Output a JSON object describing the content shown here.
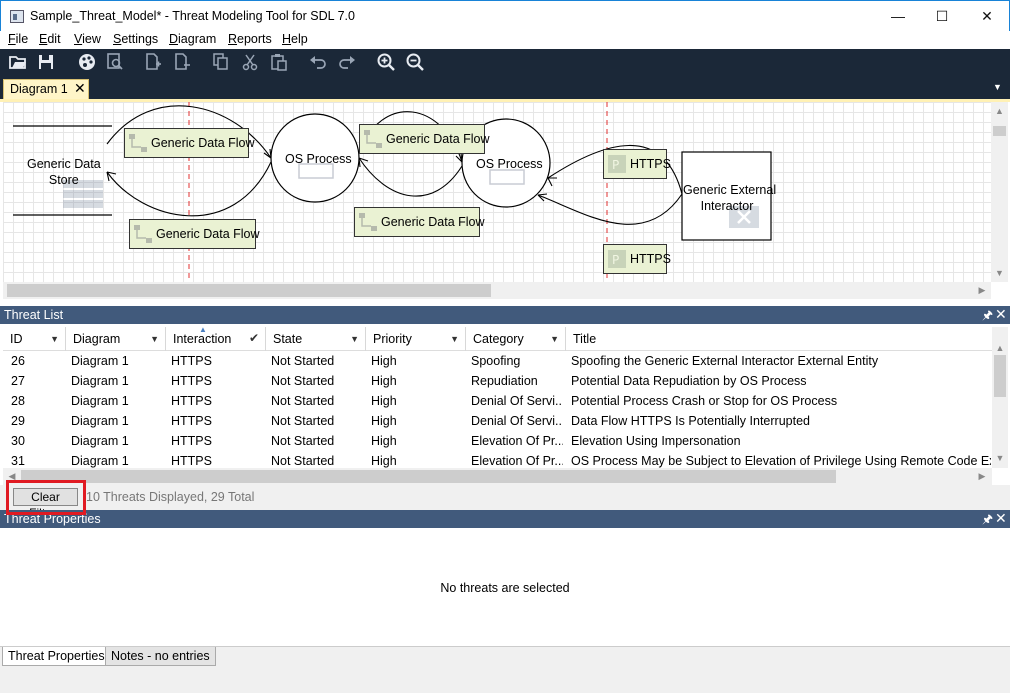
{
  "window": {
    "title": "Sample_Threat_Model* - Threat Modeling Tool for SDL 7.0",
    "minimize": "—",
    "maximize": "☐",
    "close": "✕"
  },
  "menu": [
    "File",
    "Edit",
    "View",
    "Settings",
    "Diagram",
    "Reports",
    "Help"
  ],
  "toolbar": {
    "icons": [
      "open-icon",
      "save-icon",
      "palette-icon",
      "analysis-icon",
      "new-diagram-icon",
      "delete-diagram-icon",
      "copy-icon",
      "cut-icon",
      "paste-icon",
      "undo-icon",
      "redo-icon",
      "zoom-in-icon",
      "zoom-out-icon"
    ]
  },
  "doc_tab": {
    "label": "Diagram 1",
    "close": "✕"
  },
  "diagram": {
    "data_store": "Generic Data\nStore",
    "process1": "OS Process",
    "process2": "OS Process",
    "external_interactor": "Generic External\nInteractor",
    "flows": [
      "Generic Data Flow",
      "Generic Data Flow",
      "Generic Data Flow",
      "Generic Data Flow",
      "HTTPS",
      "HTTPS"
    ]
  },
  "threat_list": {
    "title": "Threat List",
    "pin": "📌",
    "close": "✕",
    "columns": [
      "ID",
      "Diagram",
      "Interaction",
      "State",
      "Priority",
      "Category",
      "Title"
    ],
    "filter_check": "✔",
    "rows": [
      [
        "26",
        "Diagram 1",
        "HTTPS",
        "Not Started",
        "High",
        "Spoofing",
        "Spoofing the Generic External Interactor External Entity"
      ],
      [
        "27",
        "Diagram 1",
        "HTTPS",
        "Not Started",
        "High",
        "Repudiation",
        "Potential Data Repudiation by OS Process"
      ],
      [
        "28",
        "Diagram 1",
        "HTTPS",
        "Not Started",
        "High",
        "Denial Of Servi...",
        "Potential Process Crash or Stop for OS Process"
      ],
      [
        "29",
        "Diagram 1",
        "HTTPS",
        "Not Started",
        "High",
        "Denial Of Servi...",
        "Data Flow HTTPS Is Potentially Interrupted"
      ],
      [
        "30",
        "Diagram 1",
        "HTTPS",
        "Not Started",
        "High",
        "Elevation Of Pr...",
        "Elevation Using Impersonation"
      ],
      [
        "31",
        "Diagram 1",
        "HTTPS",
        "Not Started",
        "High",
        "Elevation Of Pr...",
        "OS Process May be Subject to Elevation of Privilege Using Remote Code Executi"
      ]
    ],
    "clear_filters": "Clear Filters",
    "count_text": "10 Threats Displayed, 29 Total"
  },
  "threat_properties": {
    "title": "Threat Properties",
    "pin": "📌",
    "close": "✕",
    "empty_text": "No threats are selected"
  },
  "bottom_tabs": [
    "Threat Properties",
    "Notes - no entries"
  ],
  "colors": {
    "toolbar_bg": "#1b2838",
    "pane_header": "#415a7c",
    "highlight_red": "#e01a22",
    "flow_label_bg": "#eaf2d3",
    "tab_yellow": "#fff5c8"
  }
}
